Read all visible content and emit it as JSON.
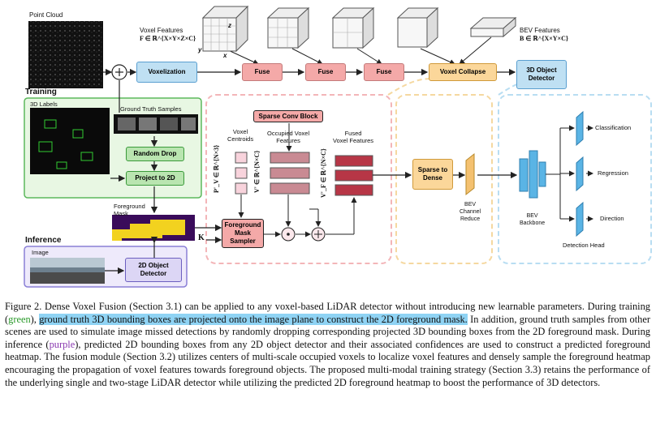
{
  "labels": {
    "point_cloud": "Point Cloud",
    "training": "Training",
    "inference": "Inference",
    "labels_3d": "3D Labels",
    "gt_samples": "Ground Truth Samples",
    "image": "Image",
    "voxel_features": "Voxel Features",
    "voxel_features_math": "F ∈ ℝ^{X×Y×Z×C}",
    "bev_features": "BEV Features",
    "bev_features_math": "B ∈ ℝ^{X×Y×C}",
    "foreground_mask": "Foreground\nMask",
    "voxel_centroids": "Voxel\nCentroids",
    "occupied_voxel_features": "Occupied Voxel\nFeatures",
    "fused_voxel_features": "Fused\nVoxel Features",
    "bev_channel_reduce": "BEV\nChannel\nReduce",
    "bev_backbone": "BEV\nBackbone",
    "detection_head": "Detection Head",
    "classification": "Classification",
    "regression": "Regression",
    "direction": "Direction",
    "k": "K",
    "pv": "P'_V ∈ ℝ^{N×3}",
    "vv": "V' ∈ ℝ^{N×C}",
    "vf": "V'_F ∈ ℝ^{N×C}",
    "axis_x": "x",
    "axis_y": "y",
    "axis_z": "z"
  },
  "boxes": {
    "voxelization": "Voxelization",
    "fuse1": "Fuse",
    "fuse2": "Fuse",
    "fuse3": "Fuse",
    "voxel_collapse": "Voxel Collapse",
    "object_detector_3d": "3D Object\nDetector",
    "random_drop": "Random Drop",
    "project_2d": "Project to 2D",
    "sparse_conv_block": "Sparse Conv Block",
    "fg_mask_sampler": "Foreground\nMask\nSampler",
    "sparse_to_dense": "Sparse to\nDense",
    "object_detector_2d": "2D Object\nDetector"
  },
  "colors": {
    "fuse": "#f4a9a8",
    "green": "#3a9a3a",
    "purple": "#6c5fbf",
    "blue": "#5a9fd0",
    "orange": "#d09a3a",
    "highlight": "#8fd3f4"
  },
  "caption": {
    "s1": "Figure 2. Dense Voxel Fusion (Section 3.1) can be applied to any voxel-based LiDAR detector without introducing new learnable parameters. During training (",
    "green_word": "green",
    "s2": "), ",
    "highlighted": "ground truth 3D bounding boxes are projected onto the image plane to construct the 2D foreground mask.",
    "s3": " In addition, ground truth samples from other scenes are used to simulate image missed detections by randomly dropping corresponding projected 3D bounding boxes from the 2D foreground mask. During inference (",
    "purple_word": "purple",
    "s4": "), predicted 2D bounding boxes from any 2D object detector and their associated confidences are used to construct a predicted foreground heatmap. The fusion module (Section 3.2) utilizes centers of multi-scale occupied voxels to localize voxel features and densely sample the foreground heatmap encouraging the propagation of voxel features towards foreground objects. The proposed multi-modal training strategy (Section 3.3) retains the performance of the underlying single and two-stage LiDAR detector while utilizing the predicted 2D foreground heatmap to boost the performance of 3D detectors."
  }
}
